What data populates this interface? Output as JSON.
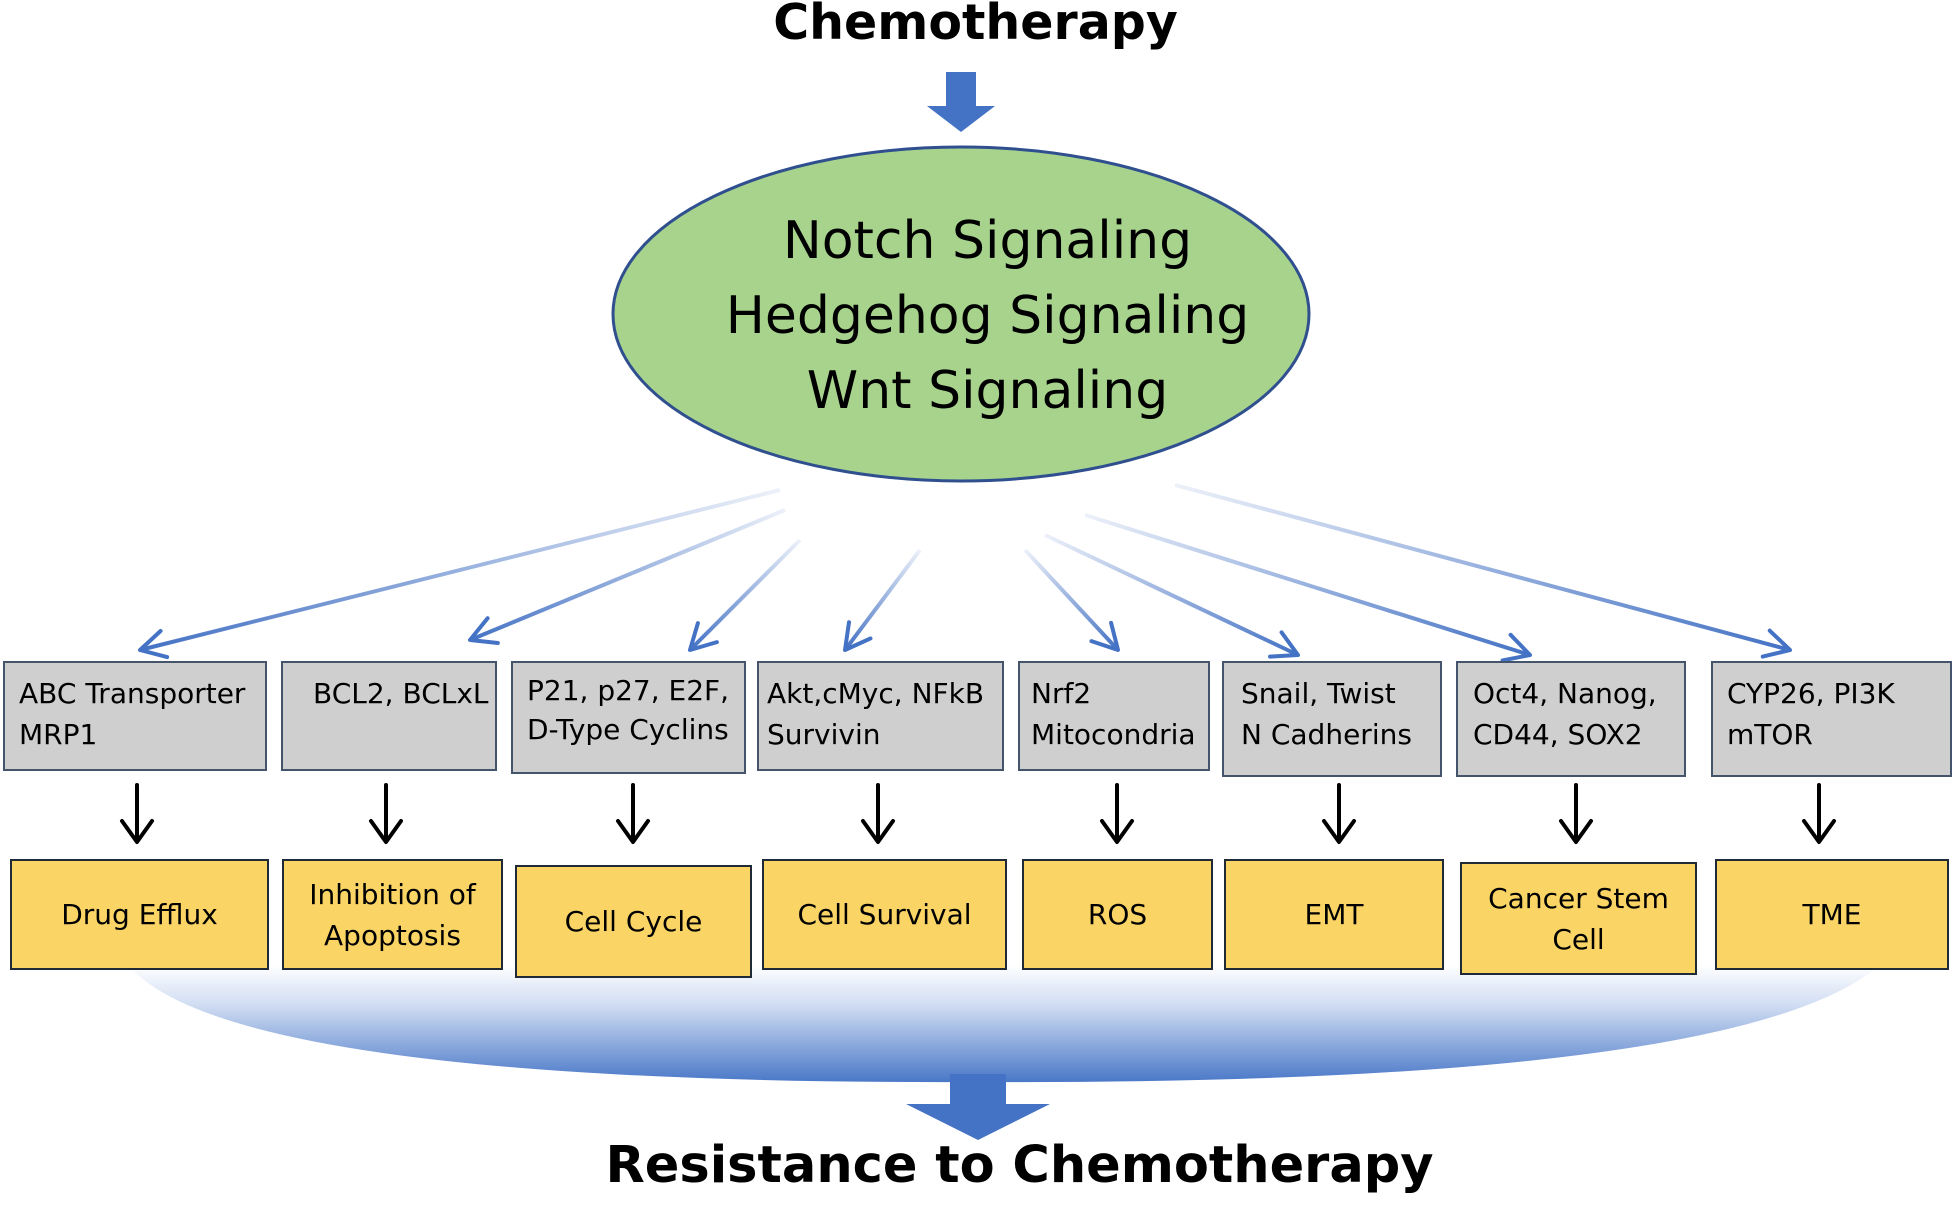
{
  "title_top": "Chemotherapy",
  "title_bottom": "Resistance to Chemotherapy",
  "signaling": [
    "Notch Signaling",
    "Hedgehog Signaling",
    "Wnt Signaling"
  ],
  "colors": {
    "ellipse_fill": "#a8d38d",
    "ellipse_stroke": "#2f4f8f",
    "arrow_blue": "#4472c4",
    "gray_box": "#d0cfcf",
    "yellow_box": "#fad566"
  },
  "mediators": [
    {
      "lines": [
        "ABC Transporter",
        "MRP1"
      ]
    },
    {
      "lines": [
        "BCL2, BCLxL"
      ]
    },
    {
      "lines": [
        "P21, p27, E2F,",
        "D-Type Cyclins"
      ]
    },
    {
      "lines": [
        "Akt,cMyc, NFkB",
        "Survivin"
      ]
    },
    {
      "lines": [
        "Nrf2",
        "Mitocondria"
      ]
    },
    {
      "lines": [
        "Snail, Twist",
        "N Cadherins"
      ]
    },
    {
      "lines": [
        "Oct4, Nanog,",
        "CD44, SOX2"
      ]
    },
    {
      "lines": [
        "CYP26, PI3K",
        "mTOR"
      ]
    }
  ],
  "outcomes": [
    {
      "text": "Drug Efflux"
    },
    {
      "text": "Inhibition of\nApoptosis"
    },
    {
      "text": "Cell Cycle"
    },
    {
      "text": "Cell Survival"
    },
    {
      "text": "ROS"
    },
    {
      "text": "EMT"
    },
    {
      "text": "Cancer Stem\nCell"
    },
    {
      "text": "TME"
    }
  ]
}
